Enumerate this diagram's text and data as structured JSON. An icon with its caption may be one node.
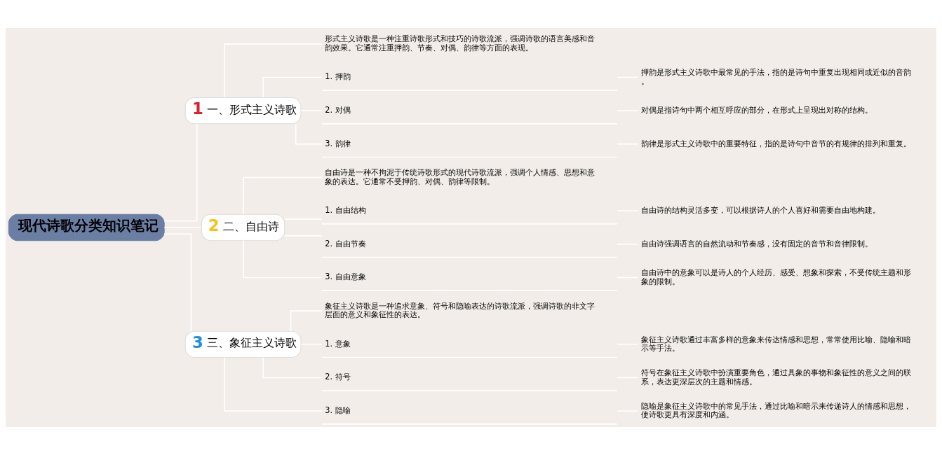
{
  "diagram": {
    "nodes": [
      {
        "text": [
          "现代诗歌分类知识笔记"
        ]
      },
      {
        "text": [
          "1",
          "一、形式主义诗歌"
        ]
      },
      {
        "text": [
          "形式主义诗歌是一种注重诗歌形式和技巧的诗歌流派，强调诗歌的语言美感和音韵效果。它通常注重押韵、节奏、对偶、韵律等方面的表现。"
        ]
      },
      {
        "text": [
          "1. 押韵"
        ]
      },
      {
        "text": [
          "押韵是形式主义诗歌中最常见的手法，指的是诗句中重复出现相同或近似的音韵。"
        ]
      },
      {
        "text": [
          "2. 对偶"
        ]
      },
      {
        "text": [
          "对偶是指诗句中两个相互呼应的部分，在形式上呈现出对称的结构。"
        ]
      },
      {
        "text": [
          "3. 韵律"
        ]
      },
      {
        "text": [
          "韵律是形式主义诗歌中的重要特征，指的是诗句中音节的有规律的排列和重复。"
        ]
      },
      {
        "text": [
          "2",
          "二、自由诗"
        ]
      },
      {
        "text": [
          "自由诗是一种不拘泥于传统诗歌形式的现代诗歌流派，强调个人情感、思想和意象的表达。它通常不受押韵、对偶、韵律等限制。"
        ]
      },
      {
        "text": [
          "1. 自由结构"
        ]
      },
      {
        "text": [
          "自由诗的结构灵活多变，可以根据诗人的个人喜好和需要自由地构建。"
        ]
      },
      {
        "text": [
          "2. 自由节奏"
        ]
      },
      {
        "text": [
          "自由诗强调语言的自然流动和节奏感，没有固定的音节和音律限制。"
        ]
      },
      {
        "text": [
          "3. 自由意象"
        ]
      },
      {
        "text": [
          "自由诗中的意象可以是诗人的个人经历、感受、想象和探索，不受传统主题和形象的限制。"
        ]
      },
      {
        "text": [
          "3",
          "三、象征主义诗歌"
        ]
      },
      {
        "text": [
          "象征主义诗歌是一种追求意象、符号和隐喻表达的诗歌流派，强调诗歌的非文字层面的意义和象征性的表达。"
        ]
      },
      {
        "text": [
          "1. 意象"
        ]
      },
      {
        "text": [
          "象征主义诗歌通过丰富多样的意象来传达情感和思想，常常使用比喻、隐喻和暗示等手法。"
        ]
      },
      {
        "text": [
          "2. 符号"
        ]
      },
      {
        "text": [
          "符号在象征主义诗歌中扮演重要角色，通过具象的事物和象征性的意义之间的联系，表达更深层次的主题和情感。"
        ]
      },
      {
        "text": [
          "3. 隐喻"
        ]
      },
      {
        "text": [
          "隐喻是象征主义诗歌中的常见手法，通过比喻和暗示来传递诗人的情感和思想，使诗歌更具有深度和内涵。"
        ]
      }
    ],
    "edges": [
      {
        "from": 0,
        "to": 1,
        "arrow": "none"
      },
      {
        "from": 0,
        "to": 9,
        "arrow": "none"
      },
      {
        "from": 0,
        "to": 17,
        "arrow": "none"
      },
      {
        "from": 1,
        "to": 2,
        "arrow": "none"
      },
      {
        "from": 1,
        "to": 3,
        "arrow": "none"
      },
      {
        "from": 1,
        "to": 5,
        "arrow": "none"
      },
      {
        "from": 1,
        "to": 7,
        "arrow": "none"
      },
      {
        "from": 3,
        "to": 4,
        "arrow": "none"
      },
      {
        "from": 5,
        "to": 6,
        "arrow": "none"
      },
      {
        "from": 7,
        "to": 8,
        "arrow": "none"
      },
      {
        "from": 9,
        "to": 10,
        "arrow": "none"
      },
      {
        "from": 9,
        "to": 11,
        "arrow": "none"
      },
      {
        "from": 9,
        "to": 13,
        "arrow": "none"
      },
      {
        "from": 9,
        "to": 15,
        "arrow": "none"
      },
      {
        "from": 11,
        "to": 12,
        "arrow": "none"
      },
      {
        "from": 13,
        "to": 14,
        "arrow": "none"
      },
      {
        "from": 15,
        "to": 16,
        "arrow": "none"
      },
      {
        "from": 17,
        "to": 18,
        "arrow": "none"
      },
      {
        "from": 17,
        "to": 19,
        "arrow": "none"
      },
      {
        "from": 17,
        "to": 21,
        "arrow": "none"
      },
      {
        "from": 17,
        "to": 23,
        "arrow": "none"
      },
      {
        "from": 19,
        "to": 20,
        "arrow": "none"
      },
      {
        "from": 21,
        "to": 22,
        "arrow": "none"
      },
      {
        "from": 23,
        "to": 24,
        "arrow": "none"
      }
    ]
  }
}
